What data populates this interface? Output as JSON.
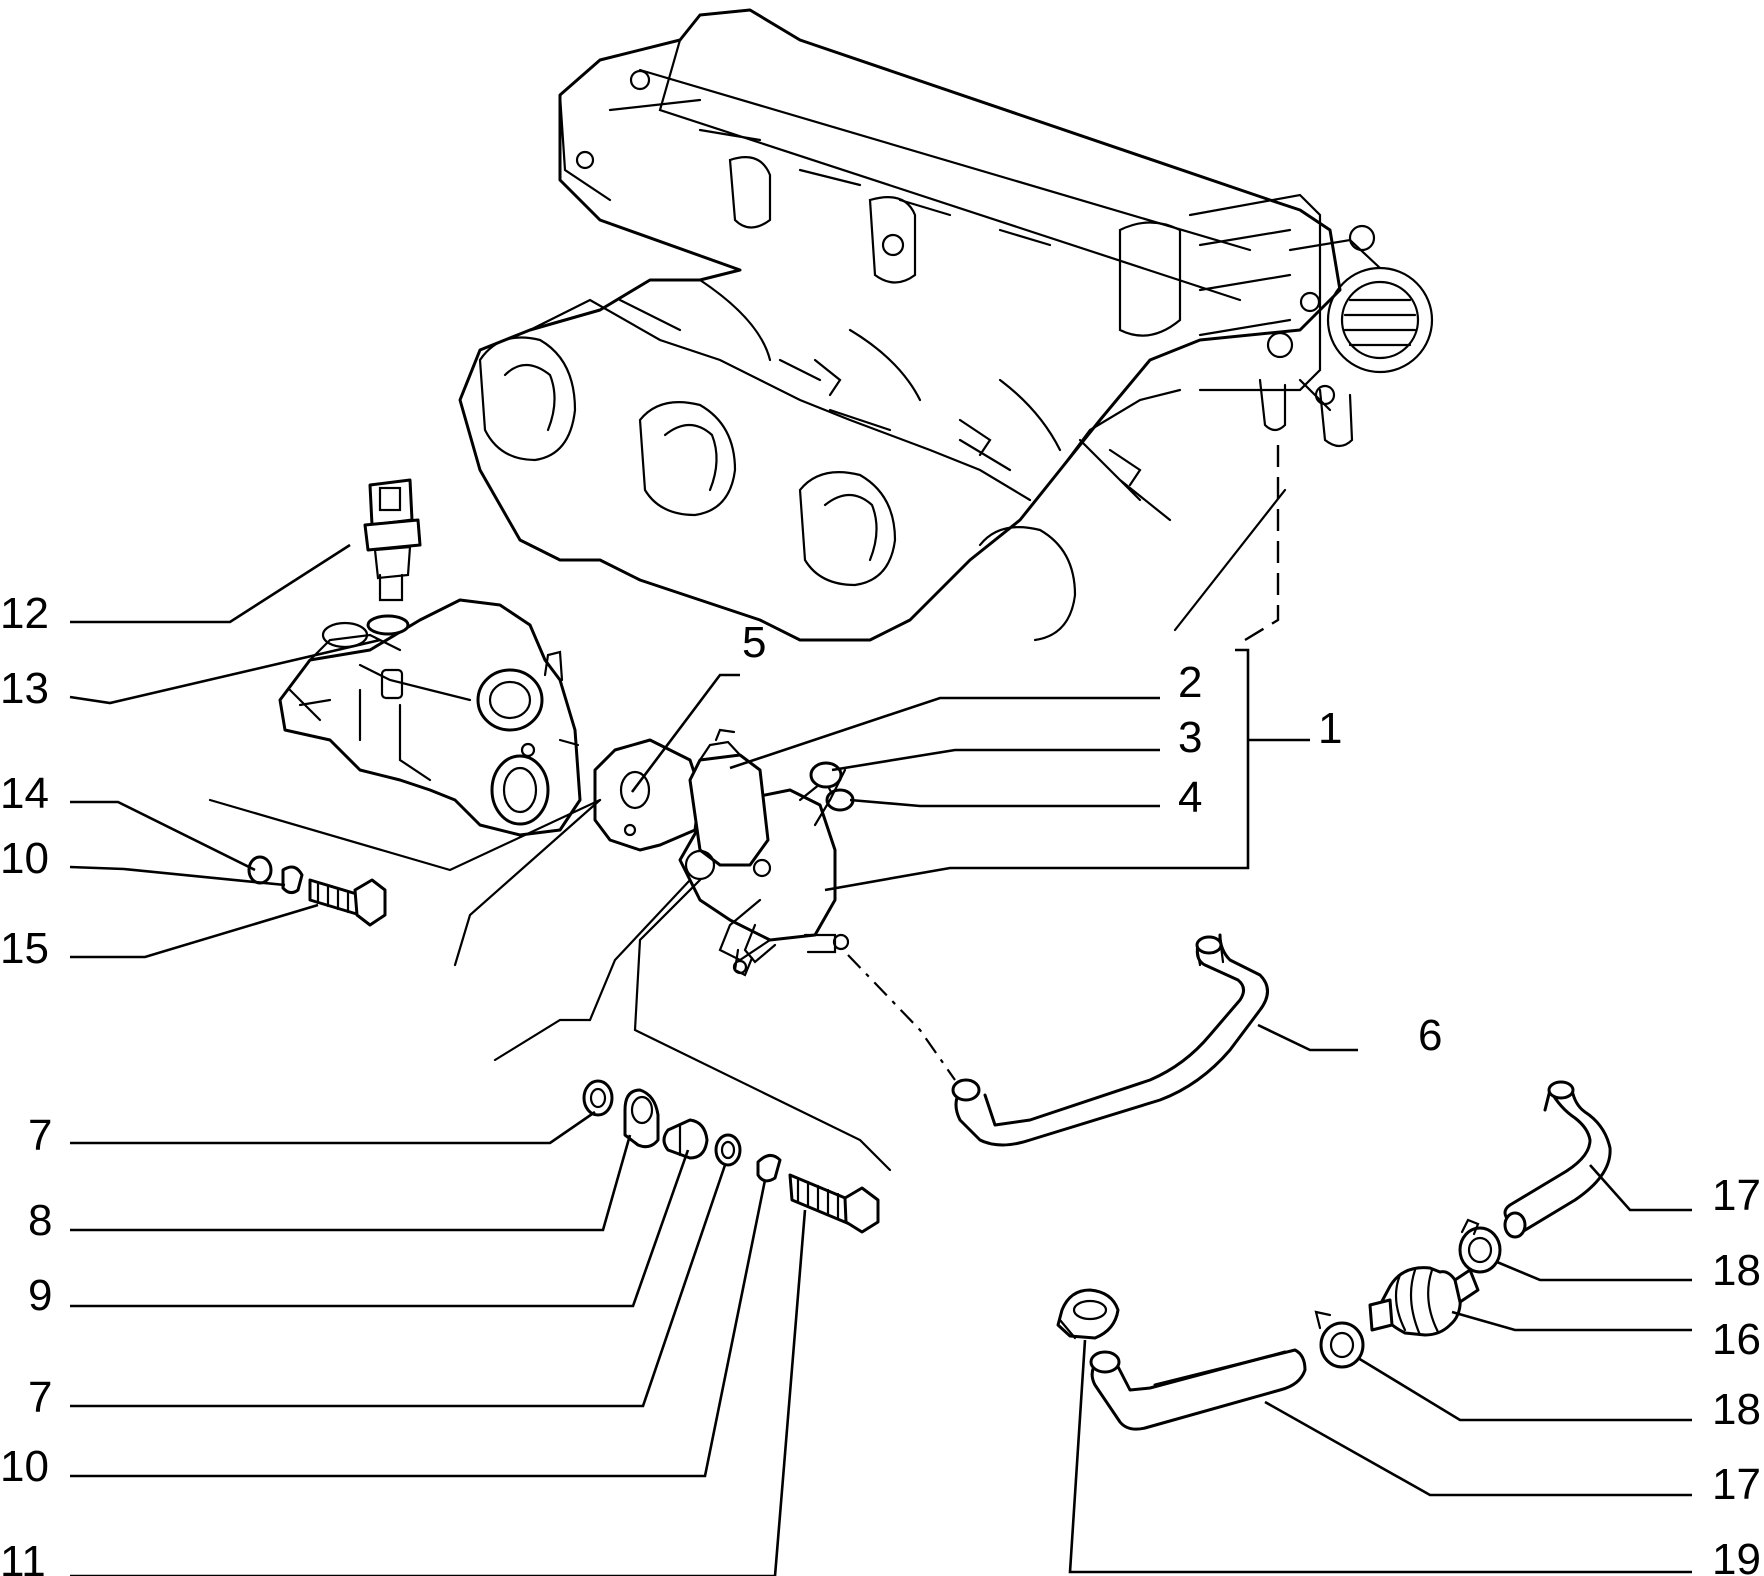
{
  "callouts": {
    "c12": "12",
    "c13": "13",
    "c14": "14",
    "c10a": "10",
    "c15": "15",
    "c5": "5",
    "c2": "2",
    "c3": "3",
    "c4": "4",
    "c1": "1",
    "c6": "6",
    "c7a": "7",
    "c8": "8",
    "c9": "9",
    "c7b": "7",
    "c10b": "10",
    "c11": "11",
    "c17a": "17",
    "c18a": "18",
    "c16": "16",
    "c18b": "18",
    "c17b": "17",
    "c19": "19"
  }
}
